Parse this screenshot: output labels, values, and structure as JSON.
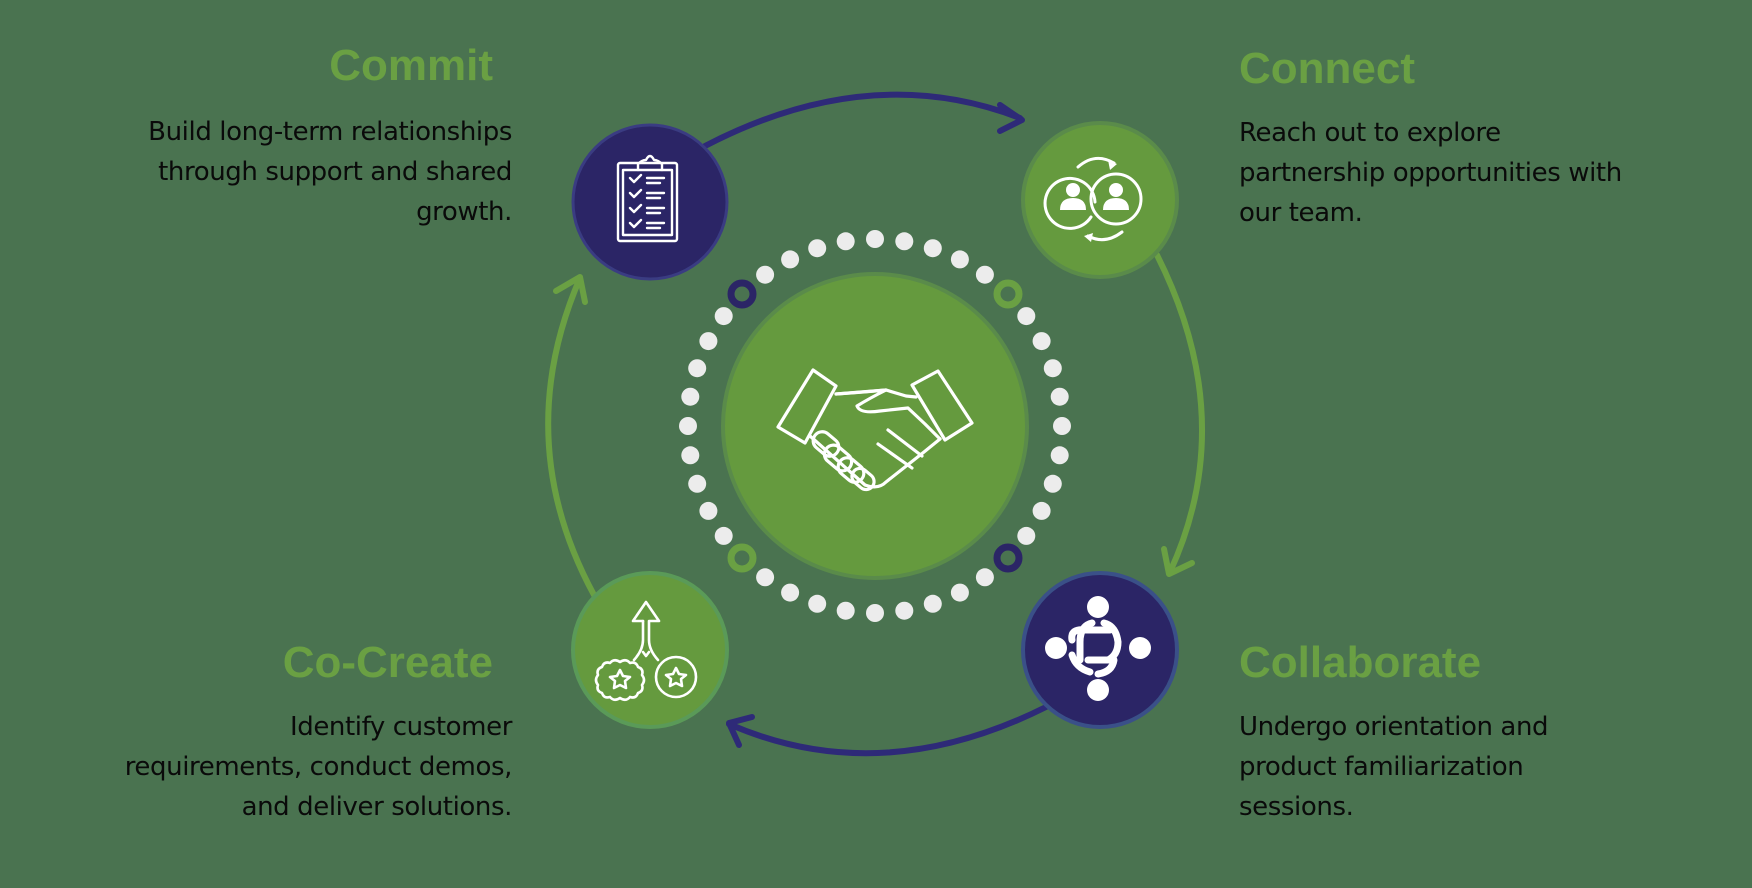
{
  "colors": {
    "background": "#4a7350",
    "green": "#659a3e",
    "green_heading": "#6aa043",
    "green_arrow": "#6aa043",
    "navy": "#2b2566",
    "navy_arrow": "#2e2a78",
    "dot": "#ececec",
    "icon_stroke": "#ffffff",
    "body_text": "#0a0a0a"
  },
  "center": {
    "icon": "handshake-icon"
  },
  "steps": [
    {
      "id": "commit",
      "title": "Commit",
      "lines": [
        "Build long-term relationships",
        "through support and shared",
        "growth."
      ],
      "icon": "clipboard-checklist-icon",
      "circle_color": "navy",
      "position": "top-left"
    },
    {
      "id": "connect",
      "title": "Connect",
      "lines": [
        "Reach out to explore",
        "partnership opportunities with",
        "our team."
      ],
      "icon": "people-exchange-icon",
      "circle_color": "green",
      "position": "top-right"
    },
    {
      "id": "collaborate",
      "title": "Collaborate",
      "lines": [
        "Undergo orientation and",
        "product familiarization",
        "sessions."
      ],
      "icon": "team-link-icon",
      "circle_color": "navy",
      "position": "bottom-right"
    },
    {
      "id": "cocreate",
      "title": "Co-Create",
      "lines": [
        "Identify customer",
        "requirements, conduct demos,",
        "and deliver solutions."
      ],
      "icon": "merge-stars-icon",
      "circle_color": "green",
      "position": "bottom-left"
    }
  ],
  "flow": [
    {
      "from": "commit",
      "to": "connect",
      "color": "navy"
    },
    {
      "from": "connect",
      "to": "collaborate",
      "color": "green"
    },
    {
      "from": "collaborate",
      "to": "cocreate",
      "color": "navy"
    },
    {
      "from": "cocreate",
      "to": "commit",
      "color": "green"
    }
  ]
}
